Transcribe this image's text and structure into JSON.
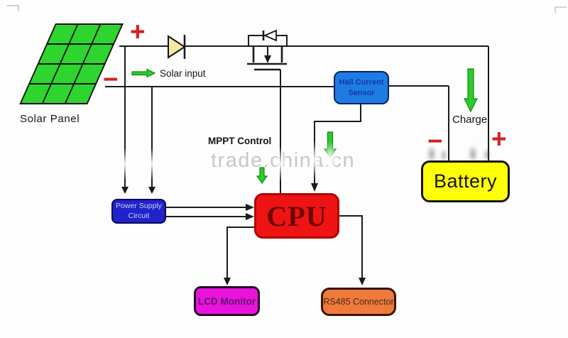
{
  "watermark": "trade.china.cn",
  "labels": {
    "solar_panel": "Solar Panel",
    "solar_input": "Solar input",
    "mppt_control": "MPPT Control",
    "charge": "Charge",
    "plus_top": "+",
    "minus_top": "−",
    "battery_minus": "−",
    "battery_plus": "+"
  },
  "blocks": {
    "hall_sensor": "Hall Current\nSensor",
    "power_supply": "Power Supply\nCircuit",
    "cpu": "CPU",
    "battery": "Battery",
    "lcd": "LCD Monitor",
    "rs485": "RS485 Connector"
  },
  "colors": {
    "panel-green": "#2ed52e",
    "wire": "#1b1b1b",
    "arrow-green": "#2fc92f",
    "arrow-green-dark": "#0d8c0d",
    "red": "#d42020",
    "sensor-blue": "#1e7ce0",
    "psu-blue": "#2222cc",
    "cpu-red": "#ee1414",
    "battery-yellow": "#ffff0a",
    "lcd-magenta": "#e913dc",
    "rs485-orange": "#ef7a3c",
    "diode-yellow": "#f2e9a4",
    "watermark": "#a8a8a8"
  }
}
